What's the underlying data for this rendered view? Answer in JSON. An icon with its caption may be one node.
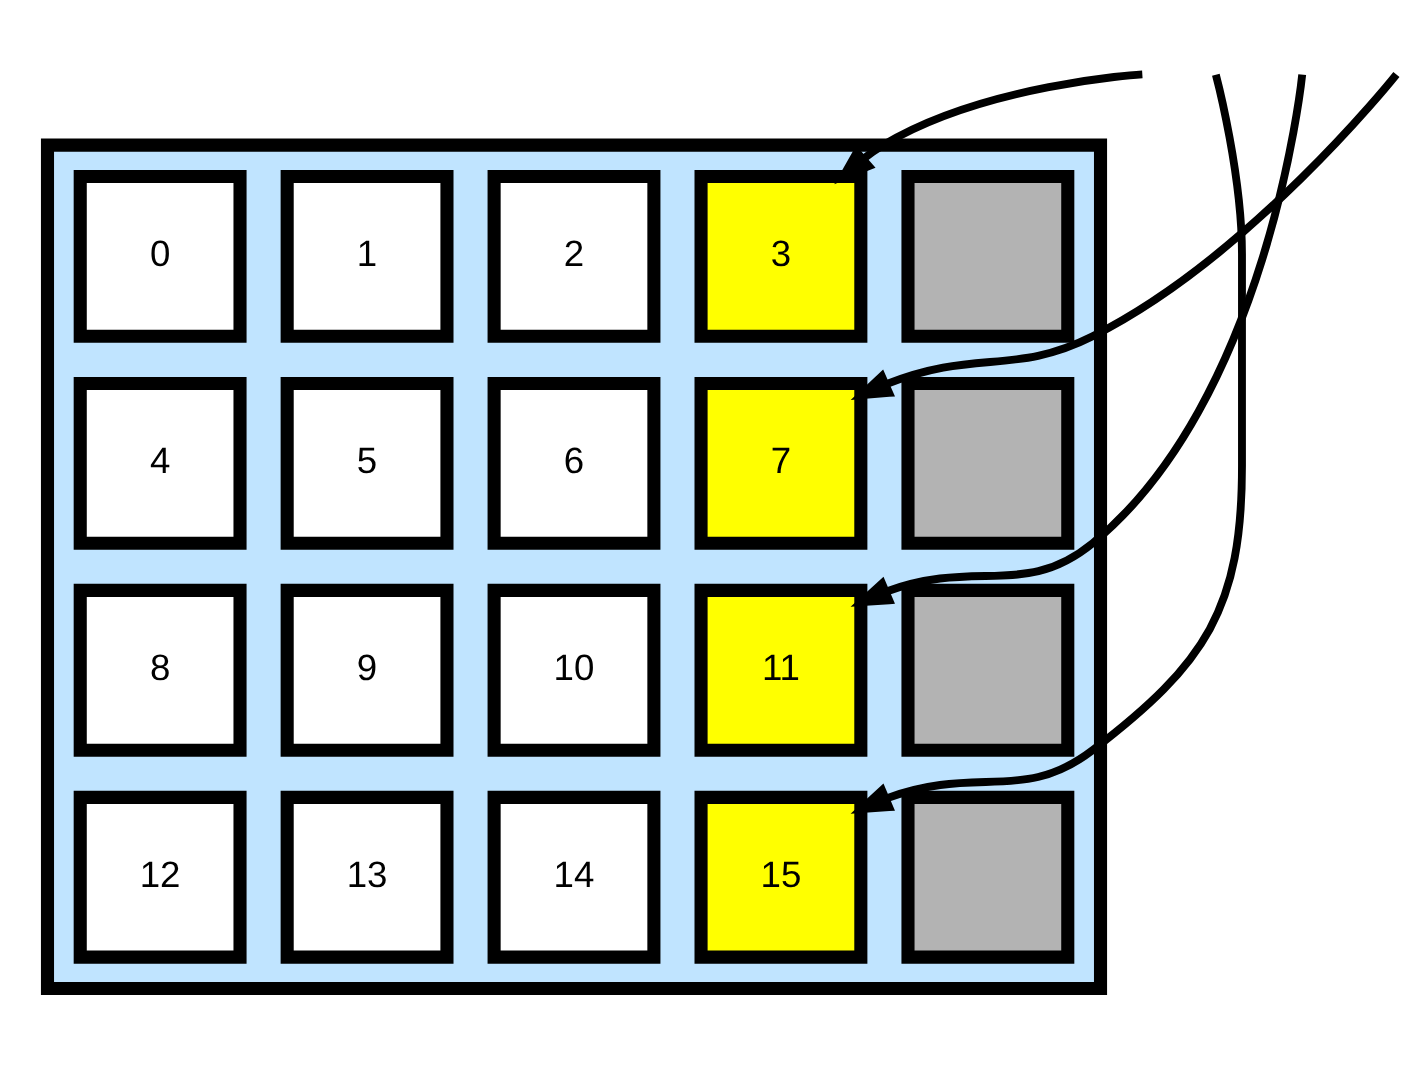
{
  "diagram": {
    "nodes": [
      {
        "text": [],
        "shape": "box"
      },
      {
        "text": [
          "0"
        ],
        "in": 0
      },
      {
        "text": [
          "1"
        ],
        "in": 0
      },
      {
        "text": [
          "2"
        ],
        "in": 0
      },
      {
        "text": [
          "3"
        ],
        "in": 0
      },
      {
        "text": [],
        "shape": "box",
        "in": 0
      },
      {
        "text": [
          "4"
        ],
        "in": 0
      },
      {
        "text": [
          "5"
        ],
        "in": 0
      },
      {
        "text": [
          "6"
        ],
        "in": 0
      },
      {
        "text": [
          "7"
        ],
        "in": 0
      },
      {
        "text": [],
        "shape": "box",
        "in": 0
      },
      {
        "text": [
          "8"
        ],
        "in": 0
      },
      {
        "text": [
          "9"
        ],
        "in": 0
      },
      {
        "text": [
          "10"
        ],
        "in": 0
      },
      {
        "text": [
          "11"
        ],
        "in": 0
      },
      {
        "text": [],
        "shape": "box",
        "in": 0
      },
      {
        "text": [
          "12"
        ],
        "in": 0
      },
      {
        "text": [
          "13"
        ],
        "in": 0
      },
      {
        "text": [
          "14"
        ],
        "in": 0
      },
      {
        "text": [
          "15"
        ],
        "in": 0
      },
      {
        "text": [],
        "shape": "box",
        "in": 0
      }
    ],
    "edges": [
      {
        "from": null,
        "to": 4,
        "arrow": "to"
      },
      {
        "from": null,
        "to": 9,
        "arrow": "to"
      },
      {
        "from": null,
        "to": 14,
        "arrow": "to"
      },
      {
        "from": null,
        "to": 19,
        "arrow": "to"
      }
    ]
  }
}
